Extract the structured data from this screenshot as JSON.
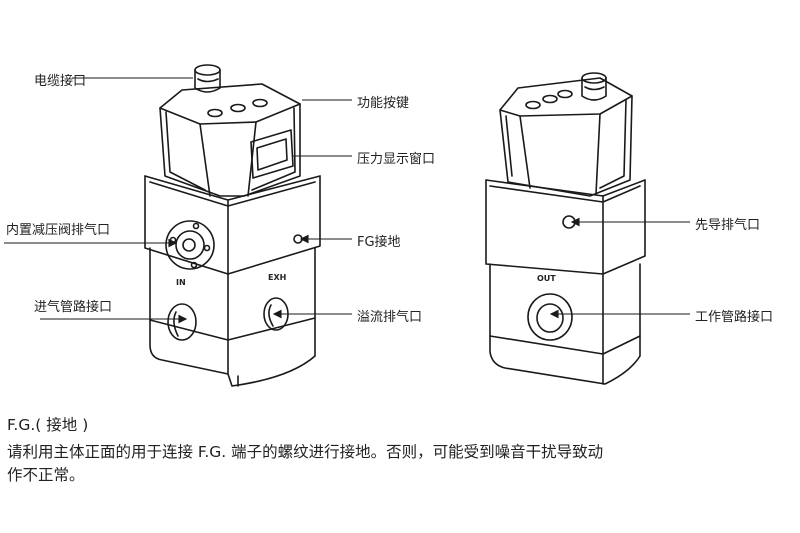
{
  "labels": {
    "cable_port": "电缆接口",
    "function_keys": "功能按键",
    "pressure_window": "压力显示窗口",
    "relief_exhaust": "内置减压阀排气口",
    "fg_ground": "FG接地",
    "inlet_port": "进气管路接口",
    "overflow_exhaust": "溢流排气口",
    "pilot_exhaust": "先导排气口",
    "work_port": "工作管路接口"
  },
  "markings": {
    "in": "IN",
    "exh": "EXH",
    "out": "OUT"
  },
  "note": {
    "title": "F.G.( 接地 )",
    "line1": "请利用主体正面的用于连接 F.G. 端子的螺纹进行接地。否则，可能受到噪音干扰导致动",
    "line2": "作不正常。"
  }
}
